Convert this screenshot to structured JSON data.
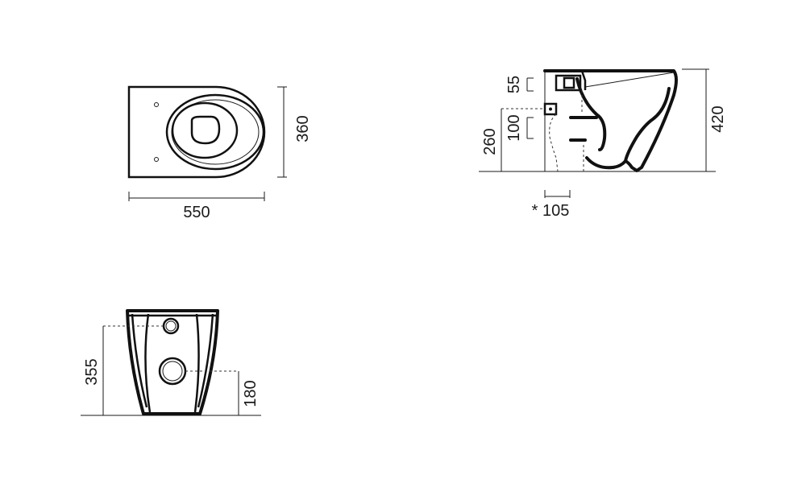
{
  "top_view": {
    "width_label": "550",
    "depth_label": "360"
  },
  "side_view": {
    "rim_label": "55",
    "inlet_label": "100",
    "outlet_height_label": "260",
    "overall_height_label": "420",
    "wall_offset_label": "* 105"
  },
  "rear_view": {
    "inlet_height_label": "355",
    "outlet_height_label": "180"
  },
  "colors": {
    "line": "#111111",
    "background": "#ffffff"
  }
}
